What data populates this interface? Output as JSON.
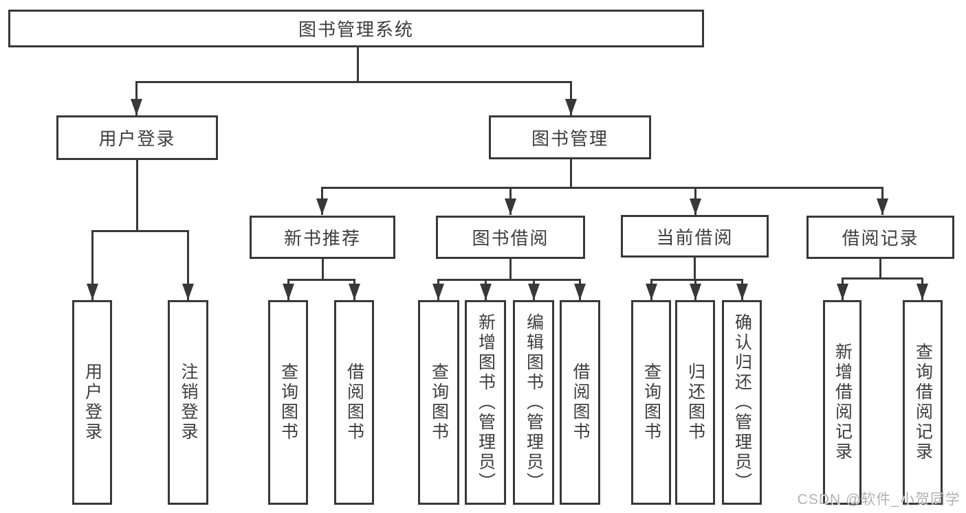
{
  "nodes": {
    "root": {
      "label": "图书管理系统"
    },
    "user_login": {
      "label": "用户登录"
    },
    "book_mgmt": {
      "label": "图书管理"
    },
    "new_book_rec": {
      "label": "新书推荐"
    },
    "book_borrow": {
      "label": "图书借阅"
    },
    "current_borrow": {
      "label": "当前借阅"
    },
    "borrow_record": {
      "label": "借阅记录"
    },
    "leaf_user_login": {
      "label": "用户登录"
    },
    "leaf_logout": {
      "label": "注销登录"
    },
    "leaf_nb_query": {
      "label": "查询图书"
    },
    "leaf_nb_borrow": {
      "label": "借阅图书"
    },
    "leaf_bb_query": {
      "label": "查询图书"
    },
    "leaf_bb_add": {
      "label": "新增图书（管理员）"
    },
    "leaf_bb_edit": {
      "label": "编辑图书（管理员）"
    },
    "leaf_bb_borrow": {
      "label": "借阅图书"
    },
    "leaf_cb_query": {
      "label": "查询图书"
    },
    "leaf_cb_return": {
      "label": "归还图书"
    },
    "leaf_cb_confirm": {
      "label": "确认归还（管理员）"
    },
    "leaf_br_add": {
      "label": "新增借阅记录"
    },
    "leaf_br_query": {
      "label": "查询借阅记录"
    }
  },
  "watermark": "CSDN @软件_小贺同学",
  "colors": {
    "line": "#383838",
    "text": "#3d3d3d",
    "box_background": "#ffffff",
    "watermark": "#9e9e9e"
  }
}
